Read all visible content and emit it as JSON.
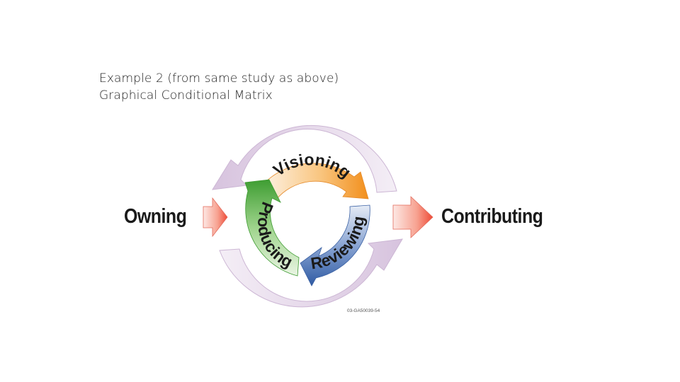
{
  "caption": {
    "line1": "Example 2 (from same study as above)",
    "line2": "Graphical Conditional Matrix"
  },
  "diagram": {
    "left_label": "Owning",
    "right_label": "Contributing",
    "cycle_stages": [
      {
        "label": "Visioning",
        "color": "#f28f1c"
      },
      {
        "label": "Reviewing",
        "color": "#3a63a8"
      },
      {
        "label": "Producing",
        "color": "#4aa33a"
      }
    ],
    "outer_arrow_color": "#d9c6e0",
    "side_arrow_color": "#f04a3a",
    "figure_id": "03-GA50039-54"
  }
}
